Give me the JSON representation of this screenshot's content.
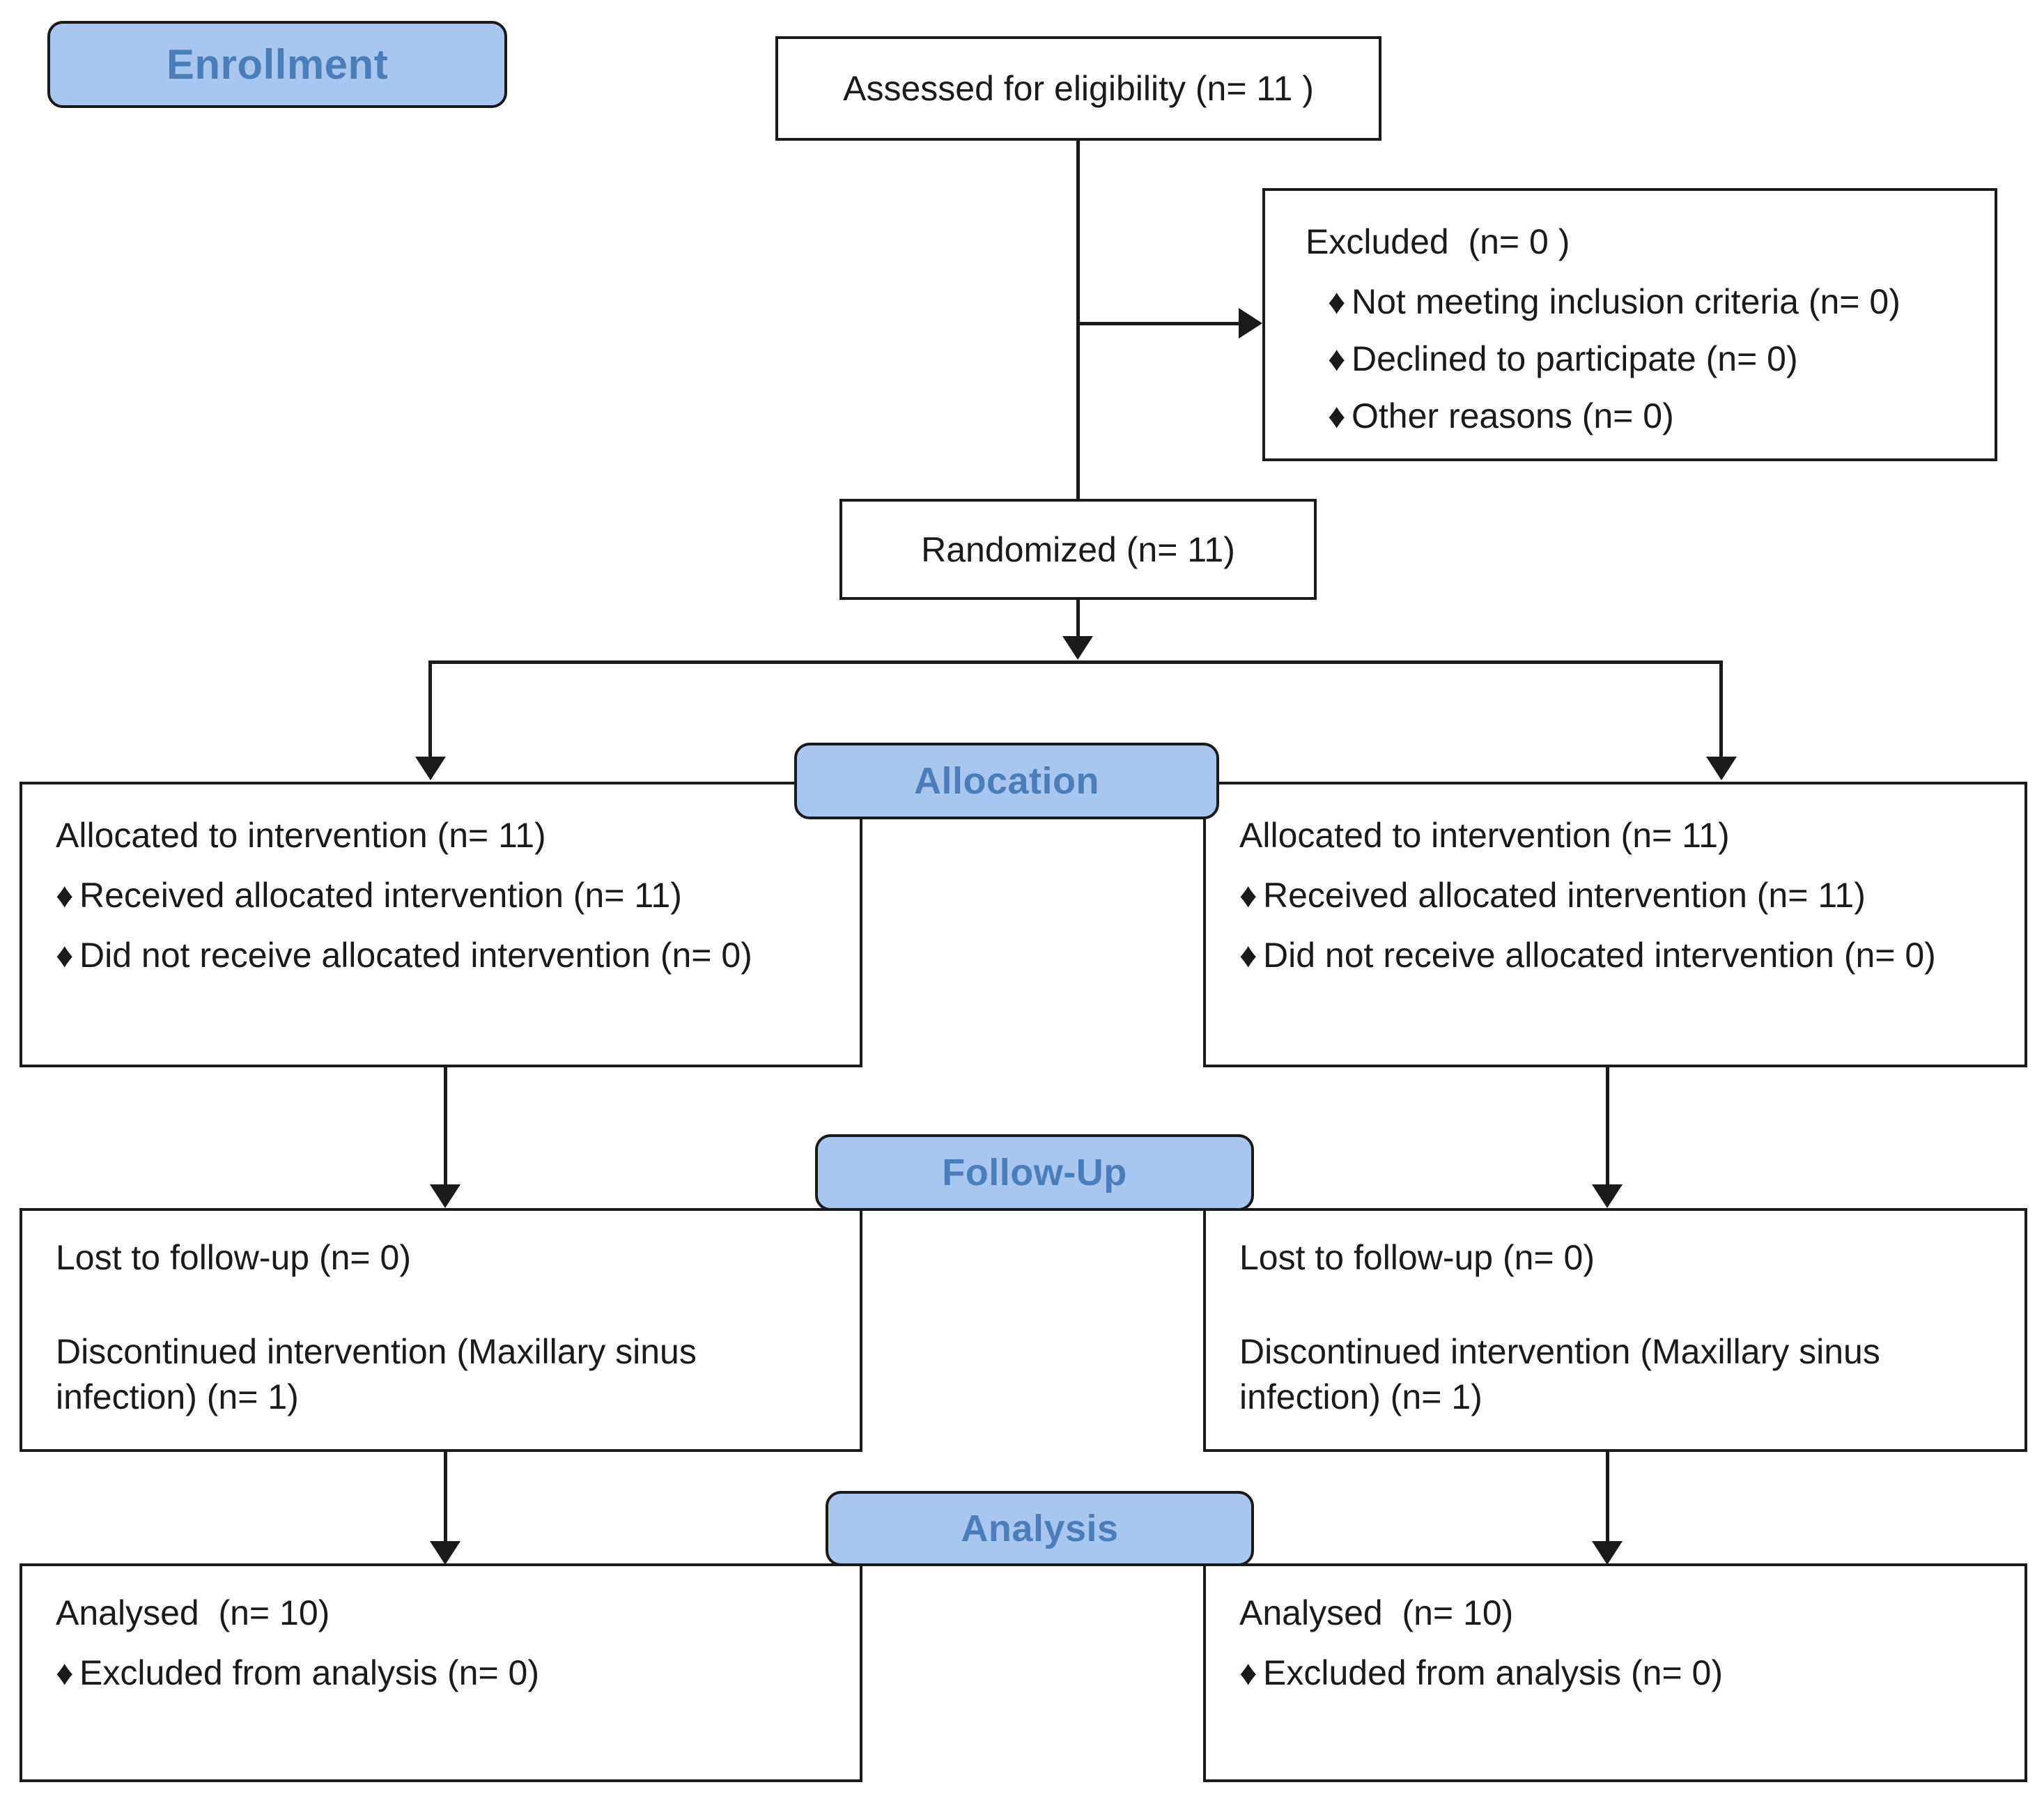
{
  "diagram": {
    "title": "CONSORT participant flow diagram",
    "colors": {
      "badge_fill": "#A8C7F0",
      "badge_text": "#4A7EBB",
      "line": "#1a1a1a",
      "box_fill": "#ffffff",
      "box_border": "#1a1a1a"
    },
    "bullet_glyph": "♦"
  },
  "stages": {
    "enrollment": "Enrollment",
    "allocation": "Allocation",
    "followup": "Follow-Up",
    "analysis": "Analysis"
  },
  "enrollment": {
    "assessed": "Assessed for eligibility (n= 11 )",
    "excluded_heading": "Excluded  (n= 0 )",
    "excluded_reasons": [
      "Not meeting inclusion criteria (n= 0)",
      "Declined to participate (n= 0)",
      "Other reasons (n= 0)"
    ],
    "randomized": "Randomized (n= 11)"
  },
  "allocation": {
    "left": {
      "heading": "Allocated to intervention (n= 11)",
      "bullets": [
        "Received allocated intervention (n= 11)",
        "Did not receive allocated intervention (n= 0)"
      ]
    },
    "right": {
      "heading": "Allocated to intervention (n= 11)",
      "bullets": [
        "Received allocated intervention (n= 11)",
        "Did not receive allocated intervention (n= 0)"
      ]
    }
  },
  "followup": {
    "left": {
      "lost": "Lost to follow-up (n= 0)",
      "discontinued": "Discontinued intervention (Maxillary sinus infection) (n= 1)"
    },
    "right": {
      "lost": "Lost to follow-up (n= 0)",
      "discontinued": "Discontinued intervention (Maxillary sinus infection) (n= 1)"
    }
  },
  "analysis": {
    "left": {
      "heading": "Analysed  (n= 10)",
      "bullets": [
        "Excluded from analysis (n= 0)"
      ]
    },
    "right": {
      "heading": "Analysed  (n= 10)",
      "bullets": [
        "Excluded from analysis (n= 0)"
      ]
    }
  }
}
